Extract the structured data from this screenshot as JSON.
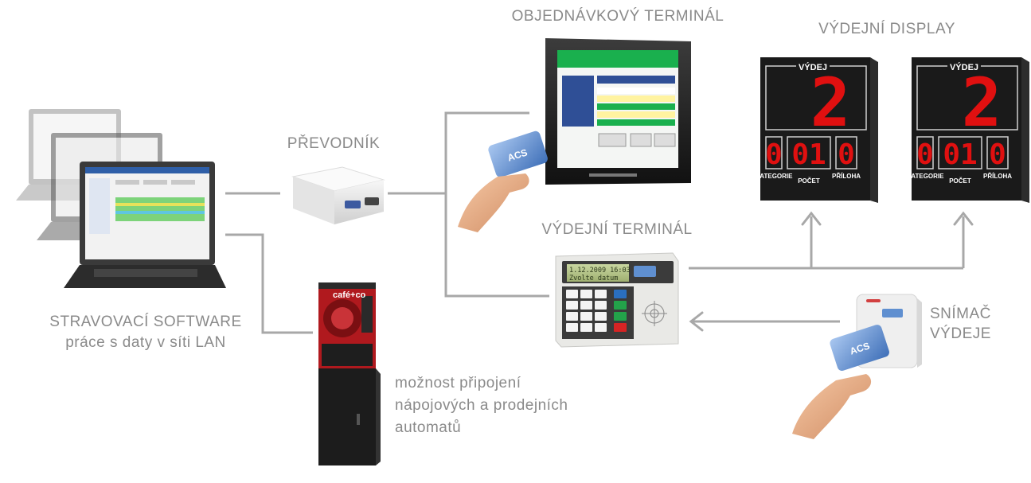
{
  "labels": {
    "ordering_terminal": "OBJEDNÁVKOVÝ TERMINÁL",
    "dispensing_display": "VÝDEJNÍ DISPLAY",
    "converter": "PŘEVODNÍK",
    "dispensing_terminal": "VÝDEJNÍ TERMINÁL",
    "software_line1": "STRAVOVACÍ SOFTWARE",
    "software_line2": "práce s daty v síti LAN",
    "reader_line1": "SNÍMAČ",
    "reader_line2": "VÝDEJE",
    "vending_line1": "možnost připojení",
    "vending_line2": "nápojových a prodejních",
    "vending_line3": "automatů"
  },
  "displays": [
    {
      "title": "VÝDEJ",
      "big_digit": "2",
      "d1": "0",
      "d2": "01",
      "d3": "0",
      "cap1": "KATEGORIE",
      "cap2": "POČET",
      "cap3": "PŘÍLOHA"
    },
    {
      "title": "VÝDEJ",
      "big_digit": "2",
      "d1": "0",
      "d2": "01",
      "d3": "0",
      "cap1": "KATEGORIE",
      "cap2": "POČET",
      "cap3": "PŘÍLOHA"
    }
  ],
  "terminal_screen": {
    "line1": "1.12.2009 16:03",
    "line2": "Zvolte datum"
  },
  "coffee_machine": {
    "brand": "café+co"
  },
  "colors": {
    "line": "#a8a8a8",
    "label": "#8a8a8a",
    "led_red": "#e01010",
    "display_body": "#1a1a1a",
    "card_blue": "#5f8fd0"
  }
}
